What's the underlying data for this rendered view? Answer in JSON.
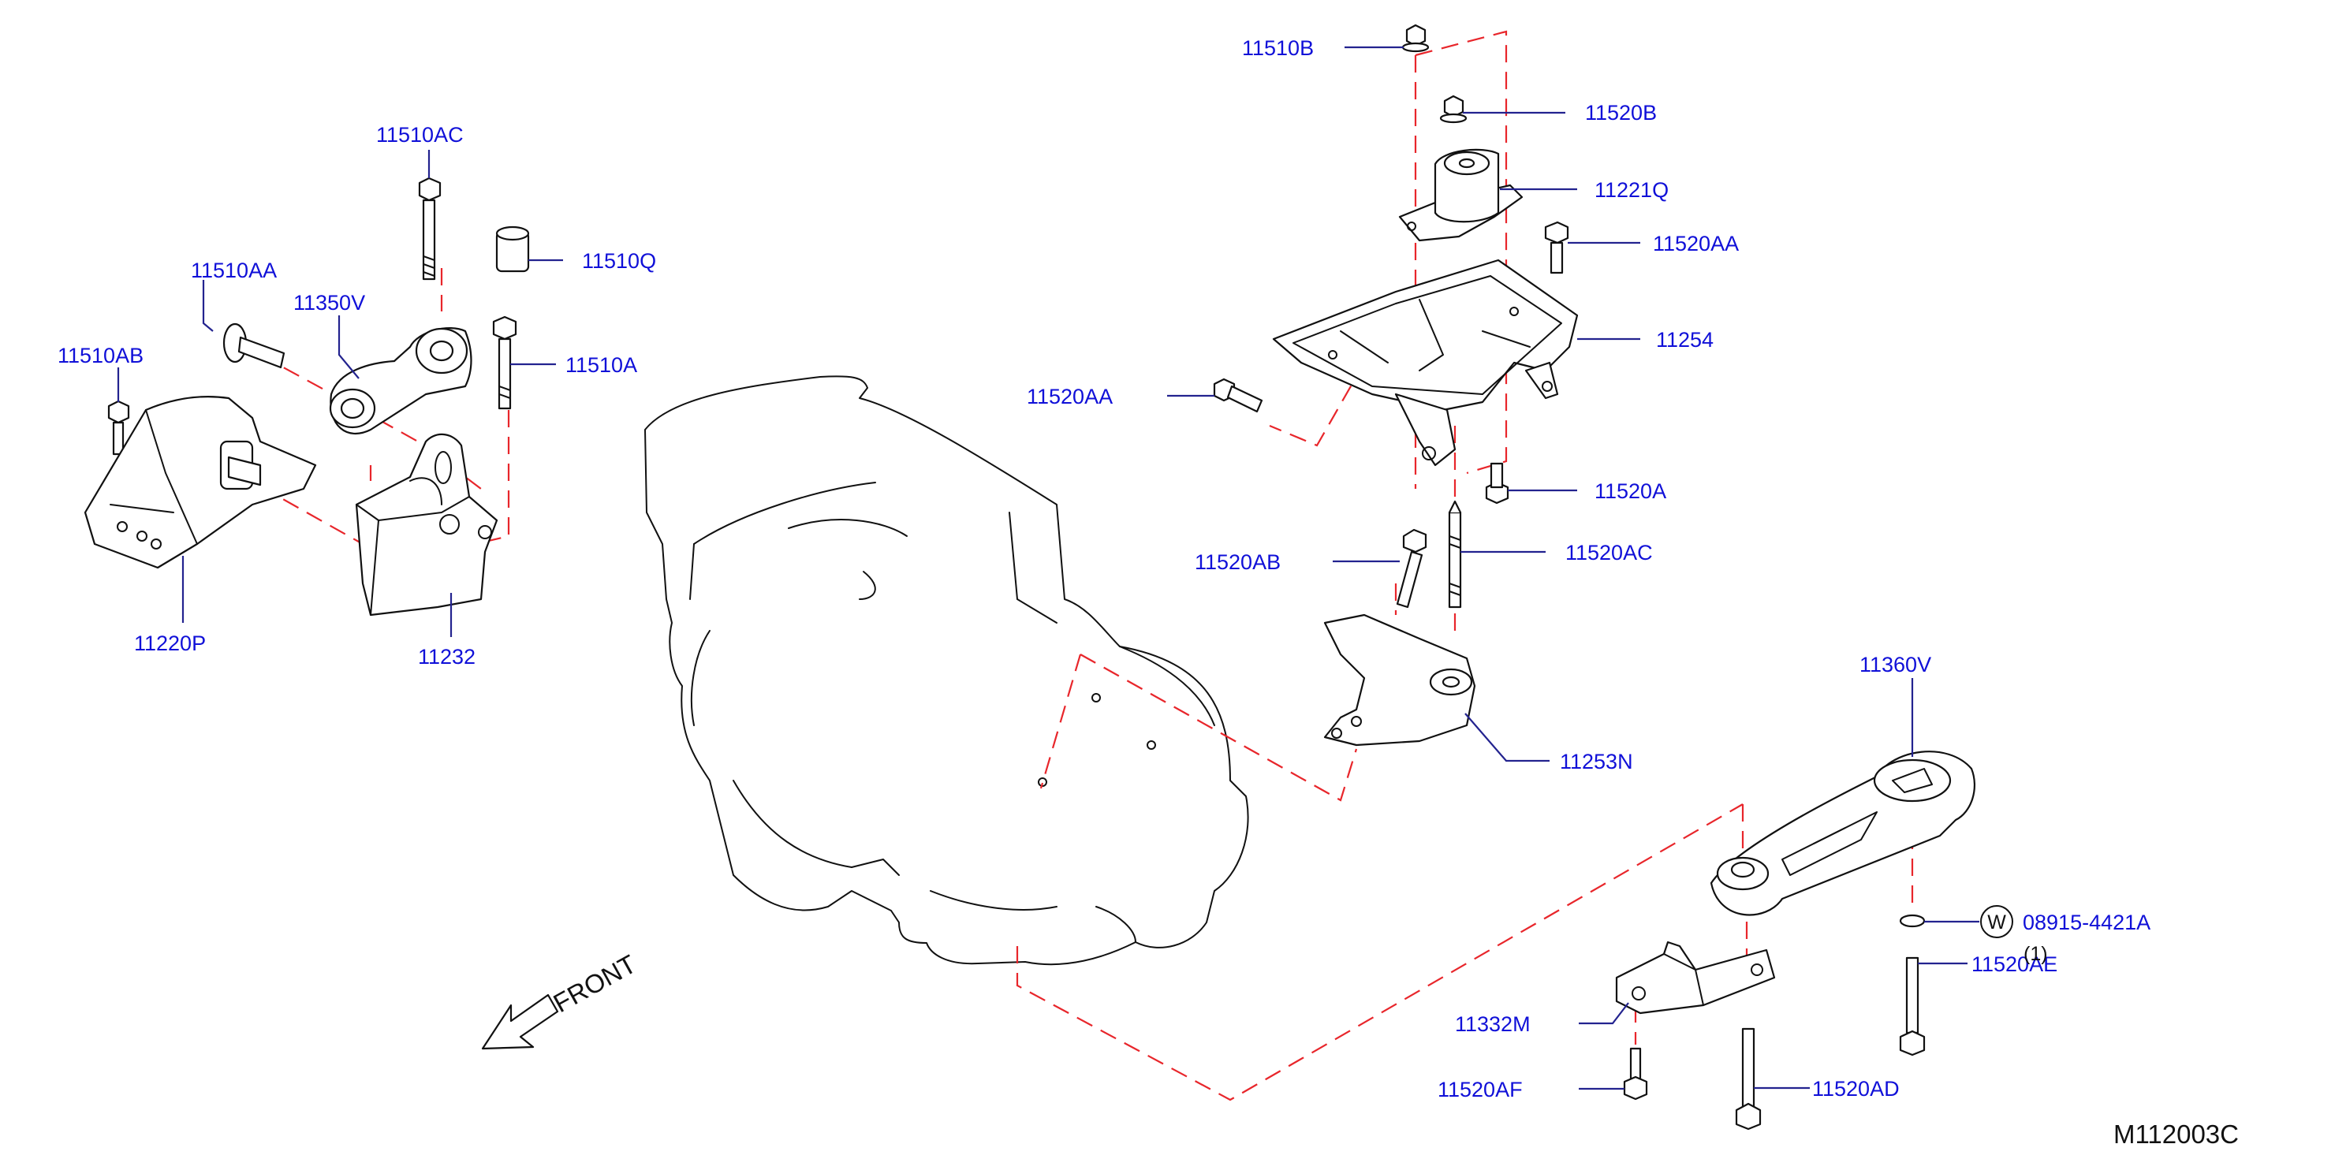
{
  "part_labels": [
    "11510AC",
    "11510AA",
    "11350V",
    "11510Q",
    "11510AB",
    "11510A",
    "11220P",
    "11232",
    "11510B",
    "11520B",
    "11221Q",
    "11520AA",
    "11254",
    "11520AA",
    "11520A",
    "11520AB",
    "11520AC",
    "11253N",
    "11360V",
    "08915-4421A",
    "11520AE",
    "11332M",
    "11520AF",
    "11520AD"
  ],
  "washer_symbol": "W",
  "quantity_note": "(1)",
  "front_label": "FRONT",
  "diagram_ref": "M112003C",
  "colors": {
    "label": "#1010d8",
    "leader": "#23238f",
    "dashed": "#e8262b",
    "line": "#111111"
  }
}
